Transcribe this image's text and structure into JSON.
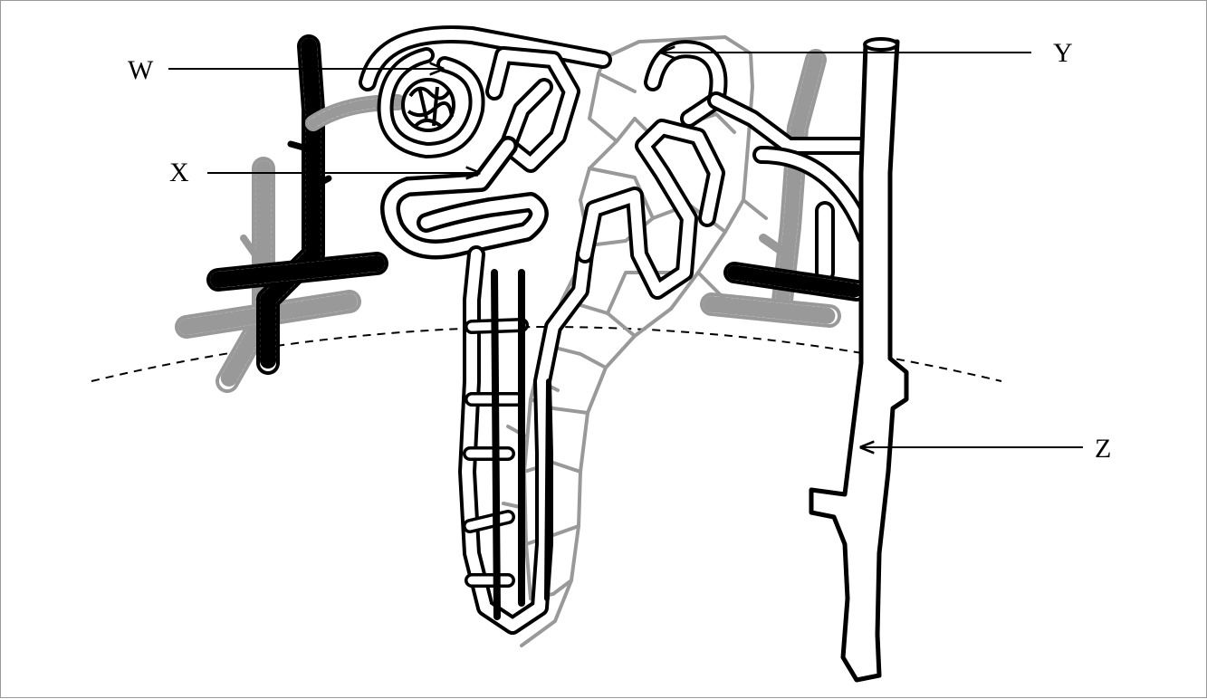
{
  "labels": {
    "w": "W",
    "x": "X",
    "y": "Y",
    "z": "Z"
  },
  "colors": {
    "ink": "#000000",
    "vessel_gray": "#999999",
    "dashed_boundary": "#000000"
  }
}
